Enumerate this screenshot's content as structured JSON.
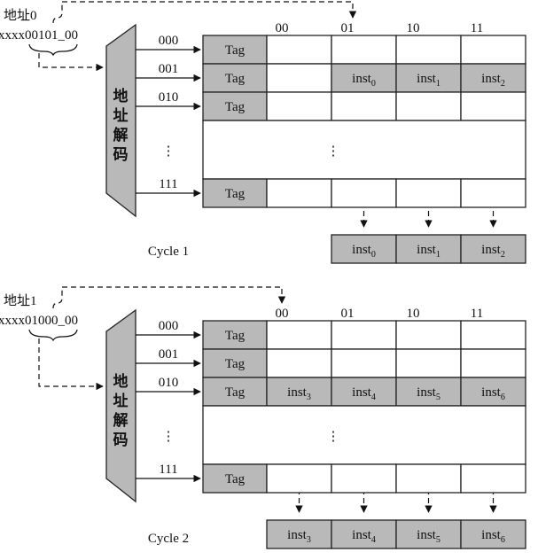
{
  "cycles": [
    {
      "addr_label": "地址0",
      "addr_prefix": "xxxx",
      "addr_index": "00101",
      "addr_suffix": "_00",
      "columns": [
        "00",
        "01",
        "10",
        "11"
      ],
      "rows": [
        "000",
        "001",
        "010",
        "⋮",
        "111"
      ],
      "tag_label": "Tag",
      "decoder_text": [
        "地",
        "址",
        "解",
        "码"
      ],
      "active_row": 1,
      "start_col": 1,
      "insts": [
        "inst0",
        "inst1",
        "inst2"
      ],
      "inst_sub": [
        "0",
        "1",
        "2"
      ],
      "cycle_label": "Cycle 1"
    },
    {
      "addr_label": "地址1",
      "addr_prefix": "xxxx",
      "addr_index": "01000",
      "addr_suffix": "_00",
      "columns": [
        "00",
        "01",
        "10",
        "11"
      ],
      "rows": [
        "000",
        "001",
        "010",
        "⋮",
        "111"
      ],
      "tag_label": "Tag",
      "decoder_text": [
        "地",
        "址",
        "解",
        "码"
      ],
      "active_row": 2,
      "start_col": 0,
      "insts": [
        "inst3",
        "inst4",
        "inst5",
        "inst6"
      ],
      "inst_sub": [
        "3",
        "4",
        "5",
        "6"
      ],
      "cycle_label": "Cycle 2"
    }
  ],
  "colors": {
    "shade": "#b9b9b9",
    "line": "#111111"
  }
}
